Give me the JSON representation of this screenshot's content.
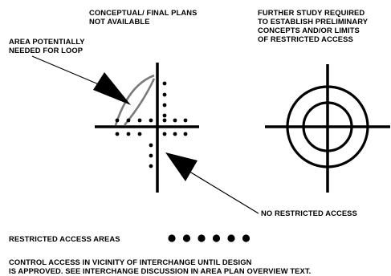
{
  "labels": {
    "conceptual": [
      "CONCEPTUAL/ FINAL PLANS",
      "NOT AVAILABLE"
    ],
    "further_study": [
      "FURTHER STUDY REQUIRED",
      "TO ESTABLISH PRELIMINARY",
      "CONCEPTS AND/OR LIMITS",
      "OF RESTRICTED ACCESS"
    ],
    "loop_area": [
      "AREA POTENTIALLY",
      "NEEDED FOR LOOP"
    ],
    "no_restricted": "NO RESTRICTED ACCESS",
    "restricted_areas": "RESTRICTED ACCESS AREAS",
    "note": [
      "CONTROL ACCESS IN VICINITY OF INTERCHANGE UNTIL DESIGN",
      "IS APPROVED. SEE INTERCHANGE DISCUSSION IN AREA PLAN OVERVIEW TEXT."
    ]
  },
  "legend": {
    "dot_count": 6
  },
  "colors": {
    "ink": "#000000",
    "loop": "#7a7a7a",
    "background": "#ffffff"
  }
}
